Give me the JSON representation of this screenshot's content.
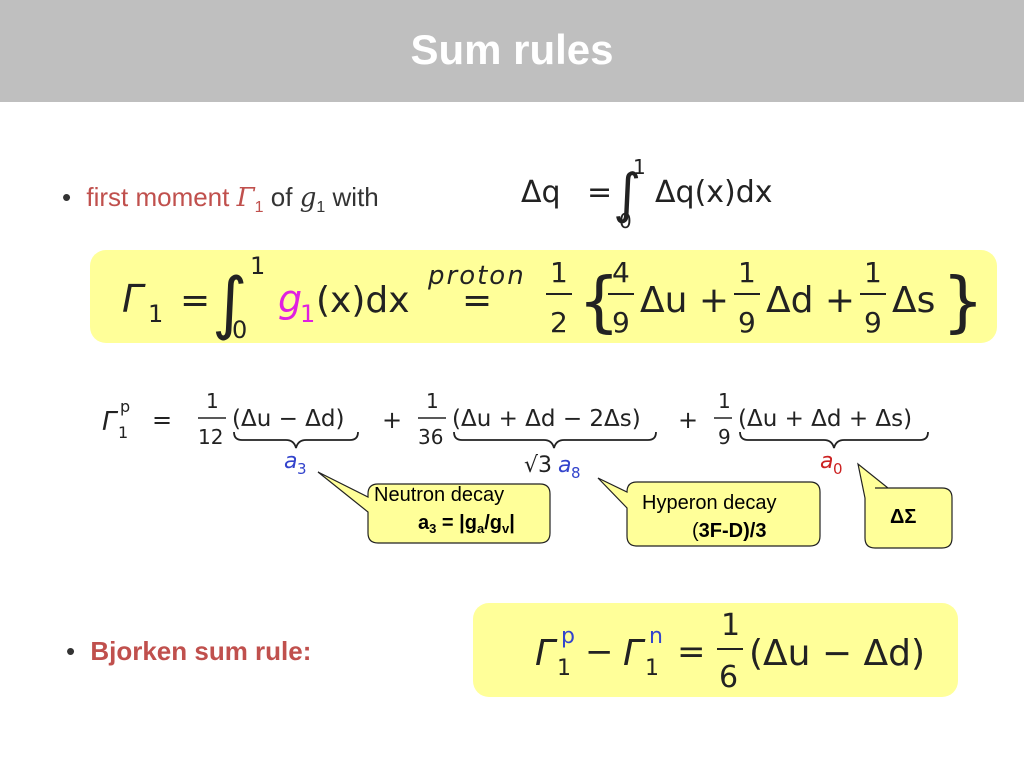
{
  "slide": {
    "title": "Sum rules",
    "bullet1": {
      "marker": "•",
      "text_a": "first moment",
      "gamma": "Γ",
      "sub1": "1",
      "text_b": "of",
      "g": "g",
      "sub2": "1",
      "text_c": "with"
    },
    "eq_dq": {
      "lhs": "Δq",
      "eq": "=",
      "int": "∫",
      "upper": "1",
      "lower": "0",
      "integrand": "Δq(x)dx"
    },
    "eq_gamma": {
      "lhs": "Γ",
      "lhs_sub": "1",
      "eq": "=",
      "int": "∫",
      "upper": "1",
      "lower": "0",
      "g": "g",
      "g_sub": "1",
      "integrand": "(x)dx",
      "proton": "proton",
      "eq2": "=",
      "half_num": "1",
      "half_den": "2",
      "lbrace": "{",
      "f1_num": "4",
      "f1_den": "9",
      "t1": "Δu +",
      "f2_num": "1",
      "f2_den": "9",
      "t2": "Δd +",
      "f3_num": "1",
      "f3_den": "9",
      "t3": "Δs",
      "rbrace": "}"
    },
    "eq_gp": {
      "lhs": "Γ",
      "sup": "p",
      "sub": "1",
      "eq": "=",
      "f1_num": "1",
      "f1_den": "12",
      "t1": "(Δu − Δd)",
      "plus1": "+",
      "f2_num": "1",
      "f2_den": "36",
      "t2": "(Δu + Δd − 2Δs)",
      "plus2": "+",
      "f3_num": "1",
      "f3_den": "9",
      "t3": "(Δu + Δd + Δs)",
      "a3": "a",
      "a3_sub": "3",
      "sqrt3": "√3",
      "a8": "a",
      "a8_sub": "8",
      "a0": "a",
      "a0_sub": "0"
    },
    "callouts": {
      "neutron": {
        "line1": "Neutron decay",
        "a": "a",
        "a_sub": "3",
        "mid": " = |g",
        "ga_sub": "a",
        "slash": "/g",
        "gv_sub": "v",
        "end": "|"
      },
      "hyperon": {
        "line1": "Hyperon decay",
        "line2_open": "(",
        "line2_bold": "3F-D)/3"
      },
      "sigma": {
        "text": "ΔΣ"
      }
    },
    "bullet2": {
      "marker": "•",
      "text": "Bjorken sum rule:"
    },
    "eq_bj": {
      "g1": "Γ",
      "p": "p",
      "s1": "1",
      "minus": "−",
      "g2": "Γ",
      "n": "n",
      "s2": "1",
      "eq": "=",
      "num": "1",
      "den": "6",
      "rhs": "(Δu − Δd)"
    },
    "colors": {
      "header": "#bfbfbf",
      "accent_red": "#c0504d",
      "highlight": "#ffff99",
      "magenta": "#e020e0",
      "blue": "#3344cc",
      "red_label": "#cc2222"
    }
  }
}
